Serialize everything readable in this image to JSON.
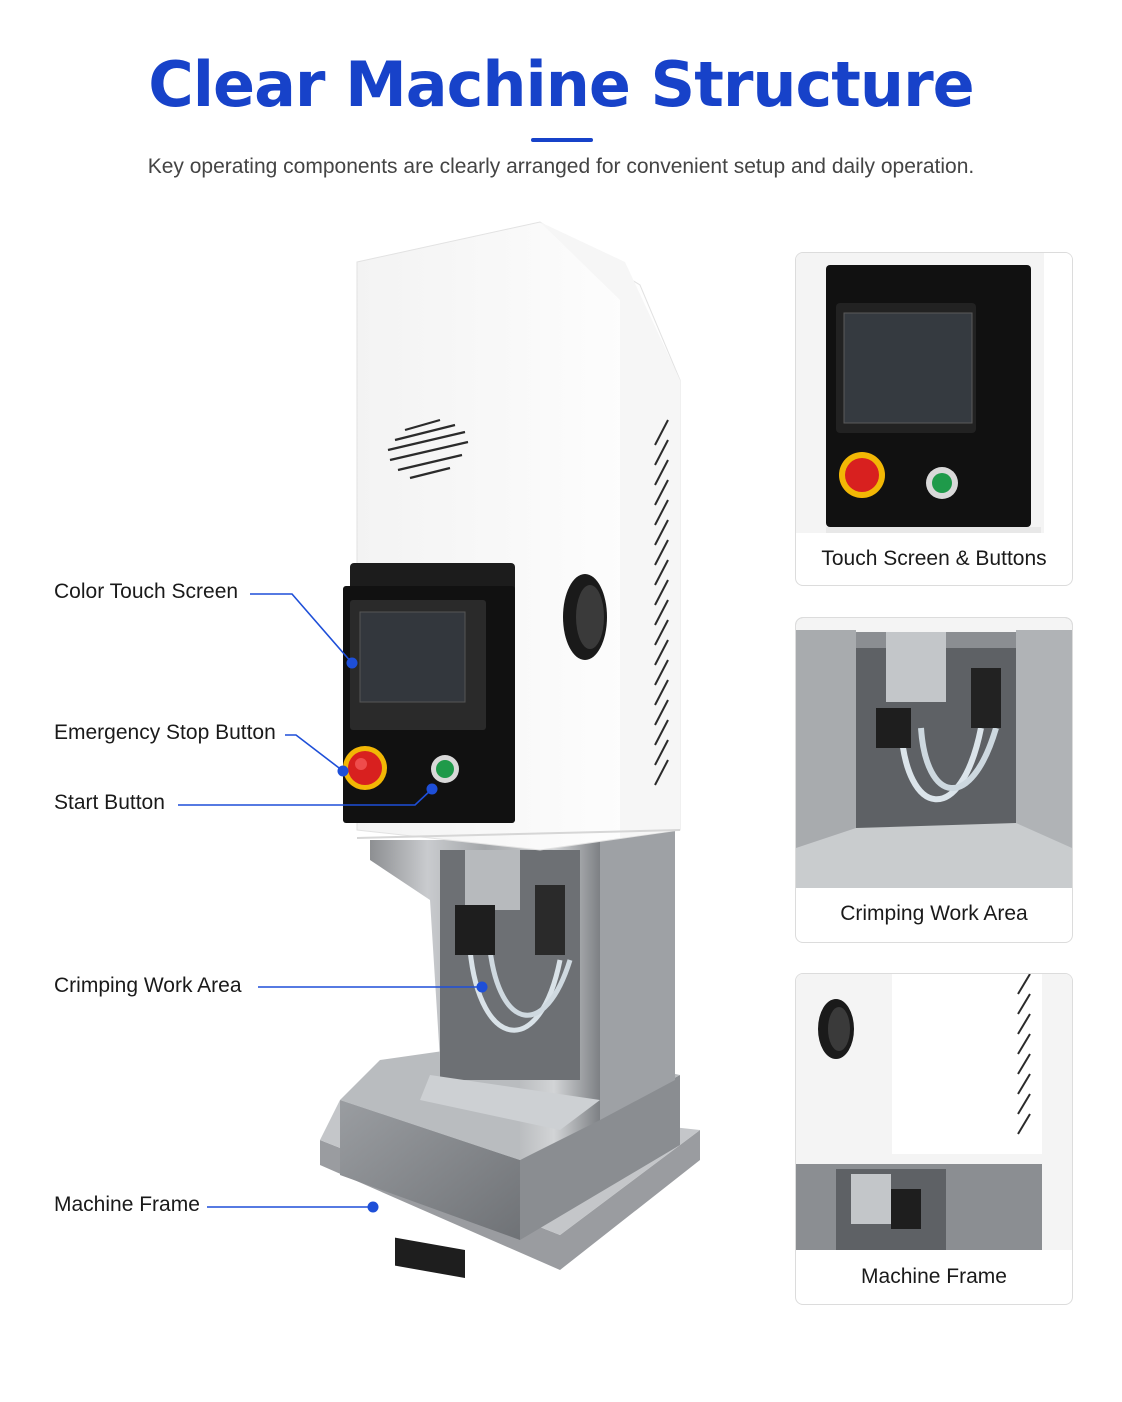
{
  "header": {
    "title": "Clear Machine Structure",
    "subtitle": "Key operating components are clearly arranged for convenient setup and daily operation."
  },
  "callouts": [
    {
      "id": "color-touch-screen",
      "label": "Color Touch Screen"
    },
    {
      "id": "emergency-stop-button",
      "label": "Emergency Stop Button"
    },
    {
      "id": "start-button",
      "label": "Start Button"
    },
    {
      "id": "crimping-work-area",
      "label": "Crimping Work Area"
    },
    {
      "id": "machine-frame",
      "label": "Machine Frame"
    }
  ],
  "panels": [
    {
      "caption": "Touch Screen & Buttons"
    },
    {
      "caption": "Crimping Work Area"
    },
    {
      "caption": "Machine Frame"
    }
  ],
  "colors": {
    "accent": "#1742c9",
    "callout_line": "#1e4fd8",
    "estop_red": "#d8201f",
    "start_green": "#1f9a4a"
  }
}
